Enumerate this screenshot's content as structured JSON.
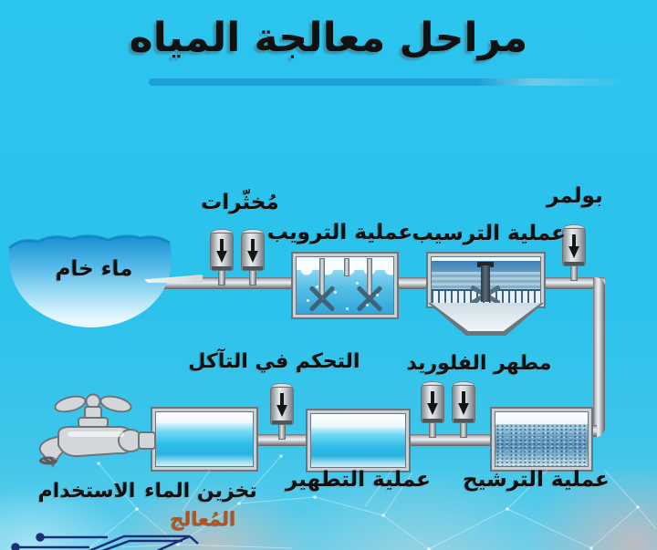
{
  "title": "مراحل معالجة المياه",
  "labels": {
    "raw_water": "ماء خام",
    "coagulants": "مُخثّرات",
    "coagulation_process": "عملية الترويب",
    "sedimentation_process": "عملية الترسيب",
    "polymer": "بولمر",
    "fluoride_disinfectant": "مطهر الفلوريد",
    "corrosion_control": "التحكم في التآكل",
    "filtration_process": "عملية الترشيح",
    "disinfection_process": "عملية التطهير",
    "water_storage": "تخزين الماء",
    "treated": "المُعالج",
    "usage": "الاستخدام"
  },
  "icons": {
    "dispenser_arrow": "down-arrow",
    "faucet": "water-tap",
    "mixer": "agitator-paddles",
    "circuit": "circuit-trace",
    "mesh": "network-mesh-lines"
  },
  "colors": {
    "bg": "#2cc5ee",
    "underline": "#1b9fd6",
    "ink": "#111111",
    "treated": "#b5521e",
    "pipe": "#c9ced3",
    "water": "#2fbde8",
    "circuit": "#1c2e7a"
  }
}
